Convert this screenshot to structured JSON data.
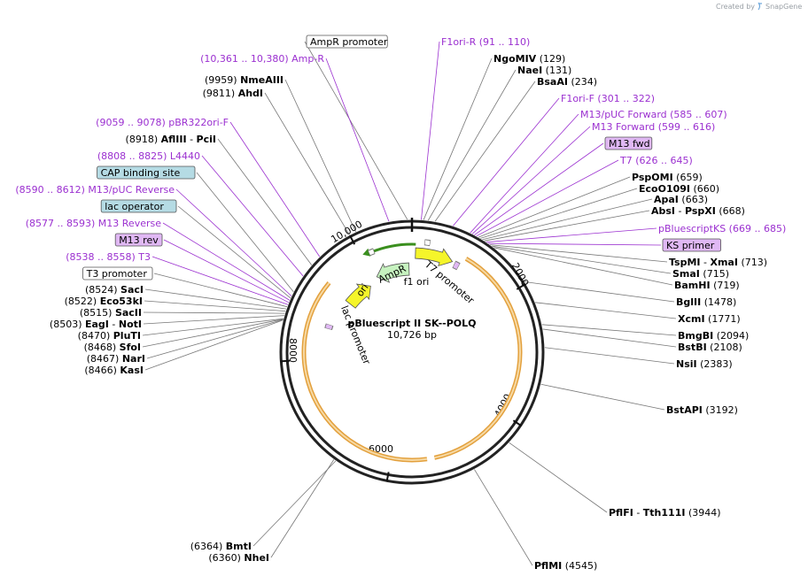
{
  "credit": {
    "text": "Created by",
    "brand": "SnapGene"
  },
  "plasmid": {
    "name": "pBluescript II SK--POLQ",
    "length_label": "10,726 bp",
    "length": 10726
  },
  "colors": {
    "feature_purple": "#9b30d0",
    "primer_fill": "#e0b8f4",
    "misc_fill": "#b5dbe4",
    "orange": "#e3a03c",
    "green": "#3a8f1e"
  },
  "ticks": [
    "2000",
    "4000",
    "6000",
    "8000",
    "10,000"
  ],
  "features": [
    {
      "name": "ori",
      "type": "rep_origin",
      "color": "#f5f52a"
    },
    {
      "name": "AmpR",
      "type": "CDS",
      "color": "#c6f2bf"
    },
    {
      "name": "f1 ori",
      "type": "rep_origin",
      "color": "#f5f52a"
    },
    {
      "name": "T7 promoter",
      "type": "promoter",
      "color": "#ffffff"
    },
    {
      "name": "lac promoter",
      "type": "promoter",
      "color": "#ffffff"
    },
    {
      "name": "AmpR promoter",
      "type": "promoter",
      "color": "#ffffff"
    }
  ],
  "labels": [
    {
      "text": "AmpR promoter",
      "style": "box-white"
    },
    {
      "text": "F1ori-R",
      "range": "(91 .. 110)",
      "style": "purple"
    },
    {
      "text": "NgoMIV",
      "pos": "(129)",
      "style": "site"
    },
    {
      "text": "NaeI",
      "pos": "(131)",
      "style": "site"
    },
    {
      "text": "BsaAI",
      "pos": "(234)",
      "style": "site"
    },
    {
      "text": "F1ori-F",
      "range": "(301 .. 322)",
      "style": "purple"
    },
    {
      "text": "M13/pUC Forward",
      "range": "(585 .. 607)",
      "style": "purple"
    },
    {
      "text": "M13 Forward",
      "range": "(599 .. 616)",
      "style": "purple"
    },
    {
      "text": "M13 fwd",
      "style": "box-primer"
    },
    {
      "text": "T7",
      "range": "(626 .. 645)",
      "style": "purple"
    },
    {
      "text": "PspOMI",
      "pos": "(659)",
      "style": "site"
    },
    {
      "text": "EcoO109I",
      "pos": "(660)",
      "style": "site"
    },
    {
      "text": "ApaI",
      "pos": "(663)",
      "style": "site"
    },
    {
      "text": "AbsI - PspXI",
      "pos": "(668)",
      "style": "site"
    },
    {
      "text": "pBluescriptKS",
      "range": "(669 .. 685)",
      "style": "purple"
    },
    {
      "text": "KS primer",
      "style": "box-primer"
    },
    {
      "text": "TspMI - XmaI",
      "pos": "(713)",
      "style": "site"
    },
    {
      "text": "SmaI",
      "pos": "(715)",
      "style": "site"
    },
    {
      "text": "BamHI",
      "pos": "(719)",
      "style": "site"
    },
    {
      "text": "BglII",
      "pos": "(1478)",
      "style": "site"
    },
    {
      "text": "XcmI",
      "pos": "(1771)",
      "style": "site"
    },
    {
      "text": "BmgBI",
      "pos": "(2094)",
      "style": "site"
    },
    {
      "text": "BstBI",
      "pos": "(2108)",
      "style": "site"
    },
    {
      "text": "NsiI",
      "pos": "(2383)",
      "style": "site"
    },
    {
      "text": "BstAPI",
      "pos": "(3192)",
      "style": "site"
    },
    {
      "text": "PflFI - Tth111I",
      "pos": "(3944)",
      "style": "site"
    },
    {
      "text": "PflMI",
      "pos": "(4545)",
      "style": "site"
    },
    {
      "text": "BmtI",
      "pos": "(6364)",
      "style": "site"
    },
    {
      "text": "NheI",
      "pos": "(6360)",
      "style": "site"
    },
    {
      "text": "KasI",
      "pos": "(8466)",
      "style": "site"
    },
    {
      "text": "NarI",
      "pos": "(8467)",
      "style": "site"
    },
    {
      "text": "SfoI",
      "pos": "(8468)",
      "style": "site"
    },
    {
      "text": "PluTI",
      "pos": "(8470)",
      "style": "site"
    },
    {
      "text": "EagI - NotI",
      "pos": "(8503)",
      "style": "site"
    },
    {
      "text": "SacII",
      "pos": "(8515)",
      "style": "site"
    },
    {
      "text": "Eco53kI",
      "pos": "(8522)",
      "style": "site"
    },
    {
      "text": "SacI",
      "pos": "(8524)",
      "style": "site"
    },
    {
      "text": "T3 promoter",
      "style": "box-white"
    },
    {
      "text": "T3",
      "range": "(8538 .. 8558)",
      "style": "purple"
    },
    {
      "text": "M13 rev",
      "style": "box-primer"
    },
    {
      "text": "M13 Reverse",
      "range": "(8577 .. 8593)",
      "style": "purple"
    },
    {
      "text": "lac operator",
      "style": "box-misc"
    },
    {
      "text": "M13/pUC Reverse",
      "range": "(8590 .. 8612)",
      "style": "purple"
    },
    {
      "text": "CAP binding site",
      "style": "box-misc"
    },
    {
      "text": "L4440",
      "range": "(8808 .. 8825)",
      "style": "purple"
    },
    {
      "text": "AflIII - PciI",
      "pos": "(8918)",
      "style": "site"
    },
    {
      "text": "pBR322ori-F",
      "range": "(9059 .. 9078)",
      "style": "purple"
    },
    {
      "text": "AhdI",
      "pos": "(9811)",
      "style": "site"
    },
    {
      "text": "NmeAIII",
      "pos": "(9959)",
      "style": "site"
    },
    {
      "text": "Amp-R",
      "range": "(10,361 .. 10,380)",
      "style": "purple"
    }
  ]
}
